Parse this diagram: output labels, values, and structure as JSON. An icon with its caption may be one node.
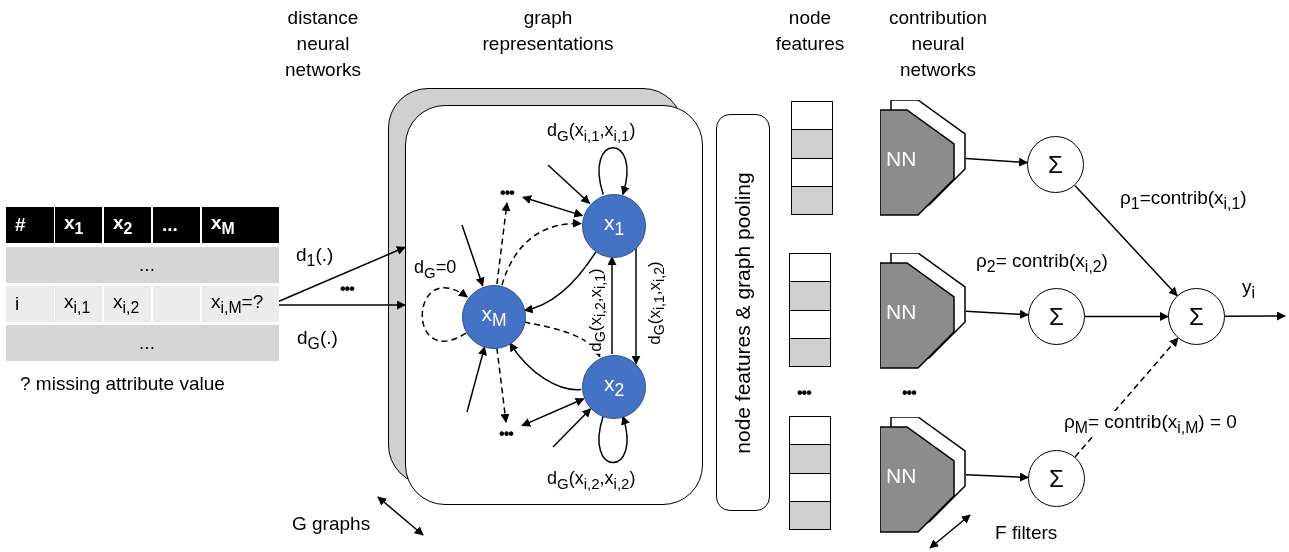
{
  "diagram": {
    "nodes": [
      {
        "text": [],
        "shape": "table",
        "beside": [
          "? missing attribute value"
        ]
      },
      {
        "text": [],
        "shape": "box"
      },
      {
        "text": [
          "x$_{1}$"
        ],
        "in": 1
      },
      {
        "text": [
          "x$_{M}$"
        ],
        "in": 1
      },
      {
        "text": [
          "x$_{2}$"
        ],
        "in": 1
      },
      {
        "text": [
          "•••"
        ],
        "in": 1
      },
      {
        "text": [
          "•••"
        ],
        "in": 1
      },
      {
        "text": [
          "node features & graph pooling"
        ]
      },
      {
        "text": [],
        "shape": "bar"
      },
      {
        "text": [],
        "shape": "bar"
      },
      {
        "text": [],
        "shape": "bar"
      },
      {
        "text": [
          "NN"
        ]
      },
      {
        "text": [
          "NN"
        ]
      },
      {
        "text": [
          "NN"
        ]
      },
      {
        "text": [
          "Σ"
        ]
      },
      {
        "text": [
          "Σ"
        ]
      },
      {
        "text": [
          "Σ"
        ]
      },
      {
        "text": [
          "Σ"
        ]
      }
    ],
    "edges": [
      {
        "from": 0,
        "to": 1,
        "arrow": "to",
        "label": "d$_{1}$(.)"
      },
      {
        "from": 0,
        "to": 1,
        "arrow": "to",
        "label": "d$_{G}$(.)"
      },
      {
        "from": 2,
        "to": 2,
        "arrow": "to",
        "label": "d$_{G}$(x$_{i,1}$,x$_{i,1}$)"
      },
      {
        "from": 4,
        "to": 2,
        "arrow": "to",
        "label": "d$_{G}$(x$_{i,2}$,x$_{i,1}$)"
      },
      {
        "from": 2,
        "to": 4,
        "arrow": "to",
        "label": "d$_{G}$(x$_{i,1}$,x$_{i,2}$)"
      },
      {
        "from": 4,
        "to": 4,
        "arrow": "to",
        "label": "d$_{G}$(x$_{i,2}$,x$_{i,2}$)"
      },
      {
        "from": 3,
        "to": 3,
        "arrow": "to",
        "label": "d$_{G}$=0",
        "style": "dashed"
      },
      {
        "from": 2,
        "to": 3,
        "arrow": "to"
      },
      {
        "from": 3,
        "to": 2,
        "arrow": "to",
        "style": "dashed"
      },
      {
        "from": 4,
        "to": 3,
        "arrow": "to"
      },
      {
        "from": 3,
        "to": 4,
        "arrow": "to",
        "style": "dashed"
      },
      {
        "from": null,
        "to": 2,
        "arrow": "to"
      },
      {
        "from": 5,
        "to": 2,
        "arrow": "both"
      },
      {
        "from": 3,
        "to": 5,
        "arrow": "to",
        "style": "dashed"
      },
      {
        "from": null,
        "to": 3,
        "arrow": "to"
      },
      {
        "from": null,
        "to": 3,
        "arrow": "to"
      },
      {
        "from": 3,
        "to": 6,
        "arrow": "to",
        "style": "dashed"
      },
      {
        "from": 6,
        "to": 4,
        "arrow": "both"
      },
      {
        "from": null,
        "to": 4,
        "arrow": "to"
      },
      {
        "from": 11,
        "to": 14,
        "arrow": "to"
      },
      {
        "from": 12,
        "to": 15,
        "arrow": "to"
      },
      {
        "from": 13,
        "to": 16,
        "arrow": "to"
      },
      {
        "from": 14,
        "to": 17,
        "arrow": "to",
        "label": "ρ$_{1}$=contrib(x$_{i,1}$)"
      },
      {
        "from": 15,
        "to": 17,
        "arrow": "to",
        "label": "ρ$_{2}$= contrib(x$_{i,2}$)"
      },
      {
        "from": 16,
        "to": 17,
        "arrow": "to",
        "label": "ρ$_{M}$= contrib(x$_{i,M}$) = 0",
        "style": "dashed"
      },
      {
        "from": 17,
        "to": null,
        "arrow": "to",
        "label": "y$_{i}$"
      }
    ],
    "labels": [
      "distance neural networks",
      "graph representations",
      "node features",
      "contribution neural networks",
      "#",
      "x$_{1}$",
      "x$_{2}$",
      "...",
      "x$_{M}$",
      "...",
      "i",
      "x$_{i,1}$",
      "x$_{i,2}$",
      "x$_{i,M}$=?",
      "...",
      "•••",
      "•••",
      "•••",
      "G graphs",
      "F filters"
    ]
  }
}
